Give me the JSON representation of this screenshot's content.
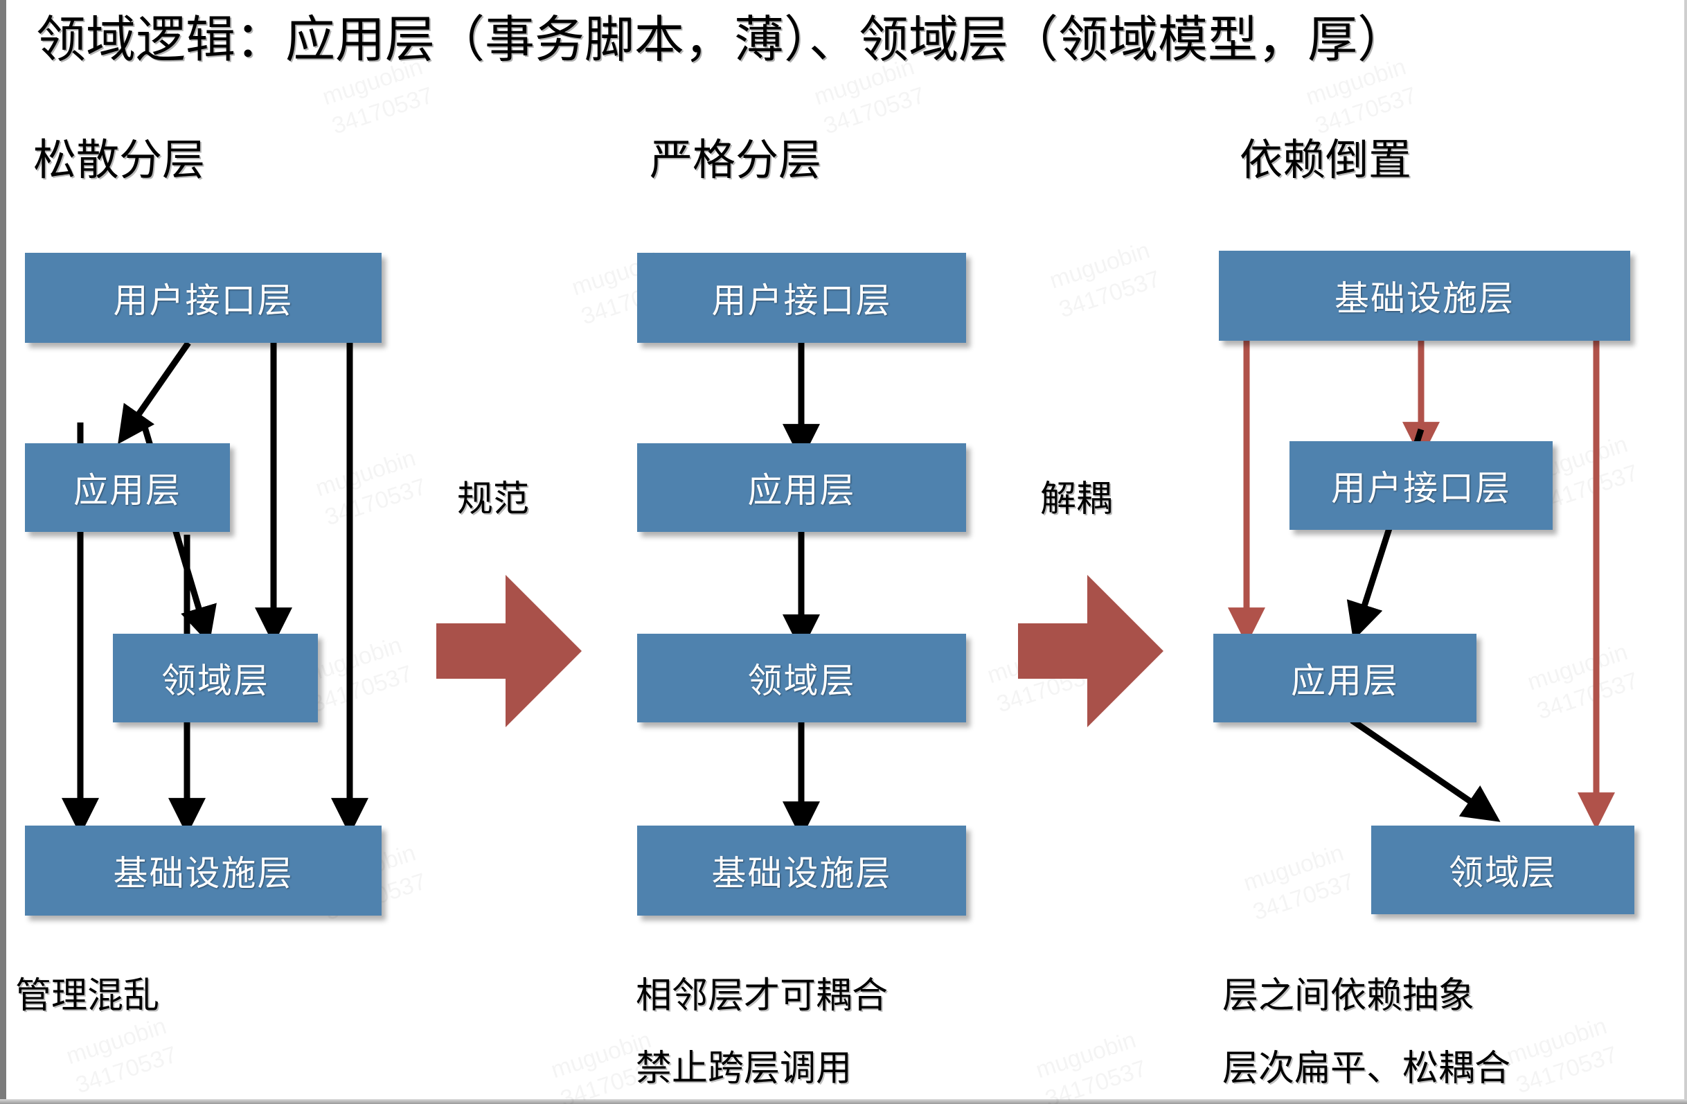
{
  "slide": {
    "title": "领域逻辑：应用层（事务脚本，薄）、领域层（领域模型，厚）",
    "background_color": "#ffffff",
    "node_color": "#4f82ae",
    "accent_red": "#b0524a"
  },
  "columns": [
    {
      "heading": "松散分层",
      "nodes": [
        {
          "label": "用户接口层"
        },
        {
          "label": "应用层"
        },
        {
          "label": "领域层"
        },
        {
          "label": "基础设施层"
        }
      ],
      "captions": [
        "管理混乱"
      ]
    },
    {
      "heading": "严格分层",
      "nodes": [
        {
          "label": "用户接口层"
        },
        {
          "label": "应用层"
        },
        {
          "label": "领域层"
        },
        {
          "label": "基础设施层"
        }
      ],
      "captions": [
        "相邻层才可耦合",
        "禁止跨层调用"
      ]
    },
    {
      "heading": "依赖倒置",
      "nodes": [
        {
          "label": "基础设施层"
        },
        {
          "label": "用户接口层"
        },
        {
          "label": "应用层"
        },
        {
          "label": "领域层"
        }
      ],
      "captions": [
        "层之间依赖抽象",
        "层次扁平、松耦合"
      ]
    }
  ],
  "transitions": [
    {
      "label": "规范"
    },
    {
      "label": "解耦"
    }
  ],
  "watermark": {
    "line1": "muguobin",
    "line2": "34170537"
  }
}
